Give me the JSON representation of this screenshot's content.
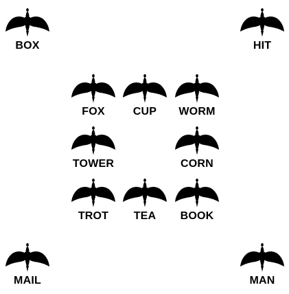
{
  "colors": {
    "background": "#ffffff",
    "silhouette": "#000000",
    "label": "#000000"
  },
  "icon": "bird-silhouette-icon",
  "corner_cards": {
    "top_left": "BOX",
    "top_right": "HIT",
    "bottom_left": "MAIL",
    "bottom_right": "MAN"
  },
  "grid_cards": {
    "row1": [
      "FOX",
      "CUP",
      "WORM"
    ],
    "row2_left": "TOWER",
    "row2_right": "CORN",
    "row3": [
      "TROT",
      "TEA",
      "BOOK"
    ]
  }
}
